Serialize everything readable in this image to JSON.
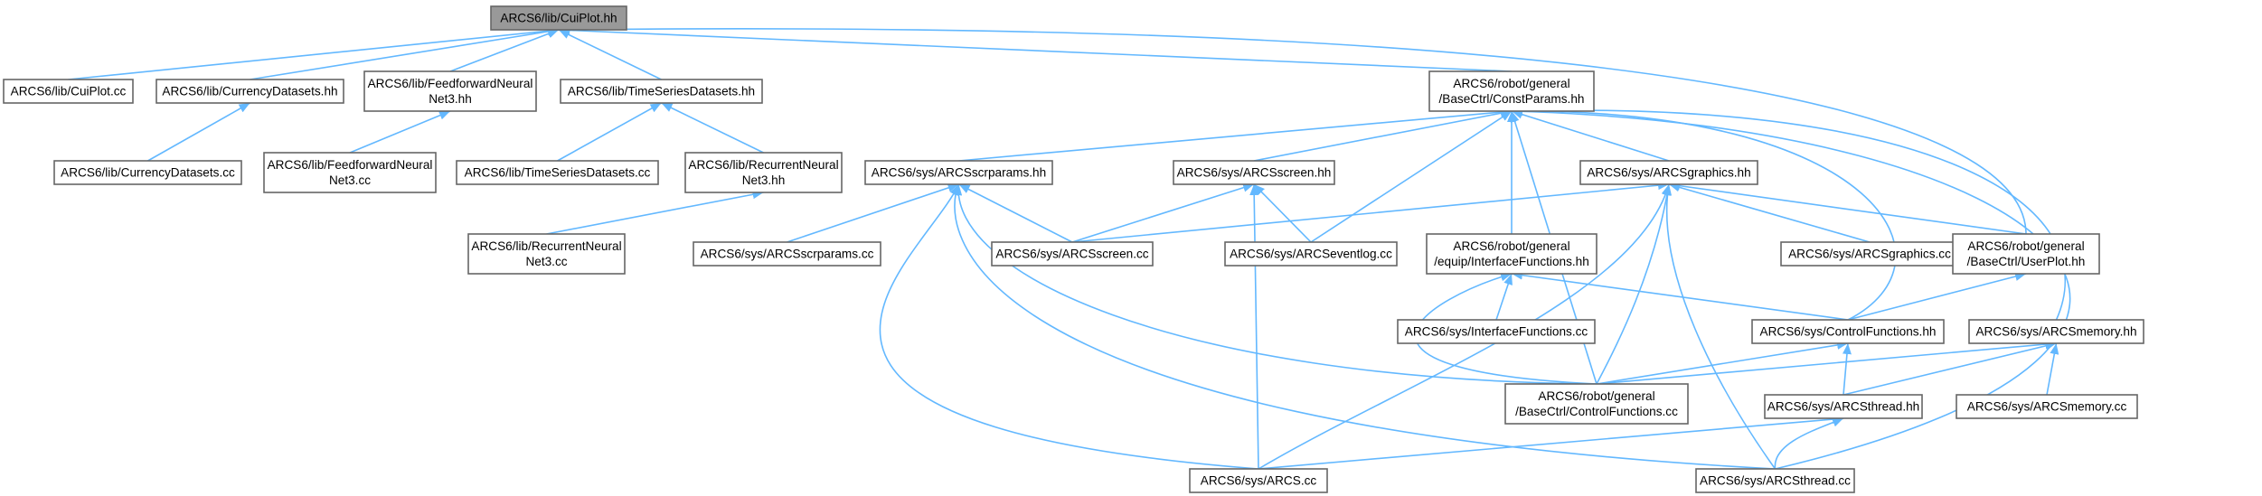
{
  "colors": {
    "edge": "#63b8ff",
    "node_border": "#666666",
    "node_fill": "#ffffff",
    "root_fill": "#999999",
    "text": "#000000"
  },
  "nodes": [
    {
      "id": "cuiplot_hh",
      "lines": [
        "ARCS6/lib/CuiPlot.hh"
      ],
      "root": true
    },
    {
      "id": "cuiplot_cc",
      "lines": [
        "ARCS6/lib/CuiPlot.cc"
      ]
    },
    {
      "id": "currency_hh",
      "lines": [
        "ARCS6/lib/CurrencyDatasets.hh"
      ]
    },
    {
      "id": "ffnn_hh",
      "lines": [
        "ARCS6/lib/FeedforwardNeural",
        "Net3.hh"
      ]
    },
    {
      "id": "tsd_hh",
      "lines": [
        "ARCS6/lib/TimeSeriesDatasets.hh"
      ]
    },
    {
      "id": "constparams_hh",
      "lines": [
        "ARCS6/robot/general",
        "/BaseCtrl/ConstParams.hh"
      ]
    },
    {
      "id": "currency_cc",
      "lines": [
        "ARCS6/lib/CurrencyDatasets.cc"
      ]
    },
    {
      "id": "ffnn_cc",
      "lines": [
        "ARCS6/lib/FeedforwardNeural",
        "Net3.cc"
      ]
    },
    {
      "id": "tsd_cc",
      "lines": [
        "ARCS6/lib/TimeSeriesDatasets.cc"
      ]
    },
    {
      "id": "rnn_hh",
      "lines": [
        "ARCS6/lib/RecurrentNeural",
        "Net3.hh"
      ]
    },
    {
      "id": "rnn_cc",
      "lines": [
        "ARCS6/lib/RecurrentNeural",
        "Net3.cc"
      ]
    },
    {
      "id": "scrparams_hh",
      "lines": [
        "ARCS6/sys/ARCSscrparams.hh"
      ]
    },
    {
      "id": "screen_hh",
      "lines": [
        "ARCS6/sys/ARCSscreen.hh"
      ]
    },
    {
      "id": "graphics_hh",
      "lines": [
        "ARCS6/sys/ARCSgraphics.hh"
      ]
    },
    {
      "id": "scrparams_cc",
      "lines": [
        "ARCS6/sys/ARCSscrparams.cc"
      ]
    },
    {
      "id": "screen_cc",
      "lines": [
        "ARCS6/sys/ARCSscreen.cc"
      ]
    },
    {
      "id": "eventlog_cc",
      "lines": [
        "ARCS6/sys/ARCSeventlog.cc"
      ]
    },
    {
      "id": "interface_hh",
      "lines": [
        "ARCS6/robot/general",
        "/equip/InterfaceFunctions.hh"
      ]
    },
    {
      "id": "graphics_cc",
      "lines": [
        "ARCS6/sys/ARCSgraphics.cc"
      ]
    },
    {
      "id": "userplot_hh",
      "lines": [
        "ARCS6/robot/general",
        "/BaseCtrl/UserPlot.hh"
      ]
    },
    {
      "id": "interface_cc",
      "lines": [
        "ARCS6/sys/InterfaceFunctions.cc"
      ]
    },
    {
      "id": "controlfunc_hh",
      "lines": [
        "ARCS6/sys/ControlFunctions.hh"
      ]
    },
    {
      "id": "memory_hh",
      "lines": [
        "ARCS6/sys/ARCSmemory.hh"
      ]
    },
    {
      "id": "basectrl_cf_cc",
      "lines": [
        "ARCS6/robot/general",
        "/BaseCtrl/ControlFunctions.cc"
      ]
    },
    {
      "id": "thread_hh",
      "lines": [
        "ARCS6/sys/ARCSthread.hh"
      ]
    },
    {
      "id": "memory_cc",
      "lines": [
        "ARCS6/sys/ARCSmemory.cc"
      ]
    },
    {
      "id": "arcs_cc",
      "lines": [
        "ARCS6/sys/ARCS.cc"
      ]
    },
    {
      "id": "thread_cc",
      "lines": [
        "ARCS6/sys/ARCSthread.cc"
      ]
    }
  ],
  "edges": [
    {
      "from": "cuiplot_cc",
      "to": "cuiplot_hh"
    },
    {
      "from": "currency_hh",
      "to": "cuiplot_hh"
    },
    {
      "from": "ffnn_hh",
      "to": "cuiplot_hh"
    },
    {
      "from": "tsd_hh",
      "to": "cuiplot_hh"
    },
    {
      "from": "constparams_hh",
      "to": "cuiplot_hh"
    },
    {
      "from": "userplot_hh",
      "to": "cuiplot_hh"
    },
    {
      "from": "currency_cc",
      "to": "currency_hh"
    },
    {
      "from": "ffnn_cc",
      "to": "ffnn_hh"
    },
    {
      "from": "tsd_cc",
      "to": "tsd_hh"
    },
    {
      "from": "rnn_hh",
      "to": "tsd_hh"
    },
    {
      "from": "rnn_cc",
      "to": "rnn_hh"
    },
    {
      "from": "scrparams_hh",
      "to": "constparams_hh"
    },
    {
      "from": "screen_hh",
      "to": "constparams_hh"
    },
    {
      "from": "graphics_hh",
      "to": "constparams_hh"
    },
    {
      "from": "eventlog_cc",
      "to": "constparams_hh"
    },
    {
      "from": "interface_hh",
      "to": "constparams_hh"
    },
    {
      "from": "controlfunc_hh",
      "to": "constparams_hh"
    },
    {
      "from": "memory_hh",
      "to": "constparams_hh"
    },
    {
      "from": "thread_cc",
      "to": "constparams_hh"
    },
    {
      "from": "basectrl_cf_cc",
      "to": "constparams_hh"
    },
    {
      "from": "scrparams_cc",
      "to": "scrparams_hh"
    },
    {
      "from": "screen_cc",
      "to": "scrparams_hh"
    },
    {
      "from": "arcs_cc",
      "to": "scrparams_hh"
    },
    {
      "from": "basectrl_cf_cc",
      "to": "scrparams_hh"
    },
    {
      "from": "thread_cc",
      "to": "scrparams_hh"
    },
    {
      "from": "screen_cc",
      "to": "screen_hh"
    },
    {
      "from": "eventlog_cc",
      "to": "screen_hh"
    },
    {
      "from": "arcs_cc",
      "to": "screen_hh"
    },
    {
      "from": "screen_cc",
      "to": "graphics_hh"
    },
    {
      "from": "graphics_cc",
      "to": "graphics_hh"
    },
    {
      "from": "userplot_hh",
      "to": "graphics_hh"
    },
    {
      "from": "basectrl_cf_cc",
      "to": "graphics_hh"
    },
    {
      "from": "arcs_cc",
      "to": "graphics_hh"
    },
    {
      "from": "thread_cc",
      "to": "graphics_hh"
    },
    {
      "from": "interface_cc",
      "to": "interface_hh"
    },
    {
      "from": "controlfunc_hh",
      "to": "interface_hh"
    },
    {
      "from": "basectrl_cf_cc",
      "to": "interface_hh"
    },
    {
      "from": "controlfunc_hh",
      "to": "userplot_hh"
    },
    {
      "from": "basectrl_cf_cc",
      "to": "controlfunc_hh"
    },
    {
      "from": "thread_hh",
      "to": "controlfunc_hh"
    },
    {
      "from": "basectrl_cf_cc",
      "to": "memory_hh"
    },
    {
      "from": "thread_hh",
      "to": "memory_hh"
    },
    {
      "from": "memory_cc",
      "to": "memory_hh"
    },
    {
      "from": "arcs_cc",
      "to": "thread_hh"
    },
    {
      "from": "thread_cc",
      "to": "thread_hh"
    }
  ]
}
